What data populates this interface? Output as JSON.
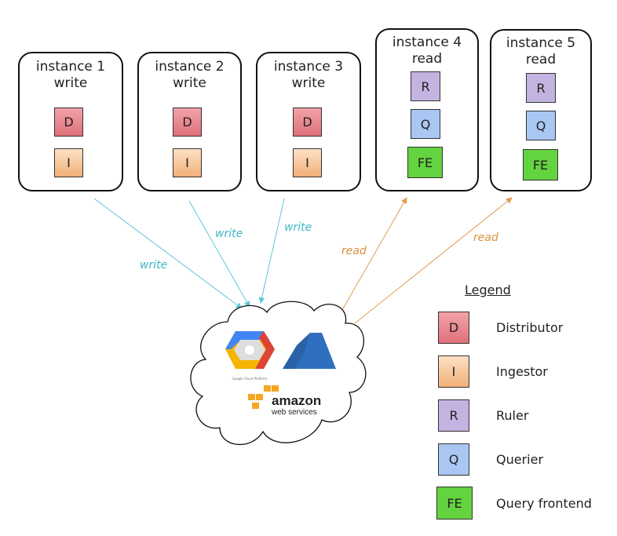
{
  "instances": [
    {
      "title": "instance 1",
      "mode": "write",
      "components": [
        "D",
        "I"
      ]
    },
    {
      "title": "instance 2",
      "mode": "write",
      "components": [
        "D",
        "I"
      ]
    },
    {
      "title": "instance 3",
      "mode": "write",
      "components": [
        "D",
        "I"
      ]
    },
    {
      "title": "instance 4",
      "mode": "read",
      "components": [
        "R",
        "Q",
        "FE"
      ]
    },
    {
      "title": "instance 5",
      "mode": "read",
      "components": [
        "R",
        "Q",
        "FE"
      ]
    }
  ],
  "arrows": {
    "write_label": "write",
    "read_label": "read",
    "write_color": "#5bc8d8",
    "read_color": "#e0a050"
  },
  "cloud": {
    "logos": [
      "google-cloud-platform-logo",
      "azure-logo",
      "amazon-web-services-logo"
    ],
    "gcp_text": "Google Cloud Platform",
    "aws_line1": "amazon",
    "aws_line2": "web services"
  },
  "legend": {
    "title": "Legend",
    "items": [
      {
        "code": "D",
        "label": "Distributor",
        "color": "#e37c85"
      },
      {
        "code": "I",
        "label": "Ingestor",
        "color": "#f5bc8a"
      },
      {
        "code": "R",
        "label": "Ruler",
        "color": "#c3b3e0"
      },
      {
        "code": "Q",
        "label": "Querier",
        "color": "#a9c7f2"
      },
      {
        "code": "FE",
        "label": "Query frontend",
        "color": "#63d33f"
      }
    ]
  }
}
